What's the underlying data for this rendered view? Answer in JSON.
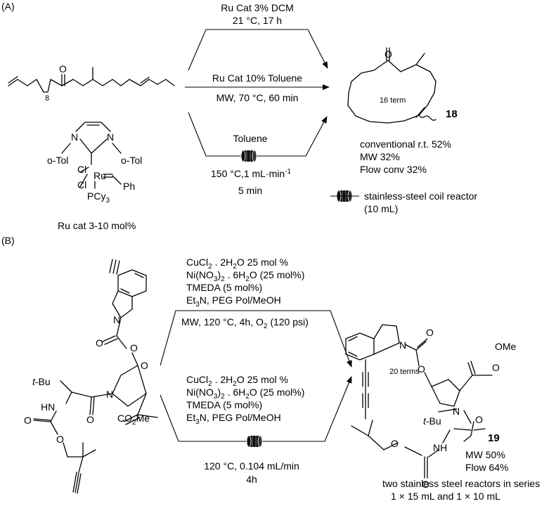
{
  "panel_a": {
    "label": "(A)",
    "top_arrow": {
      "line1": "Ru Cat 3% DCM",
      "line2": "21 °C, 17 h"
    },
    "middle_arrow": {
      "above": "Ru Cat 10% Toluene",
      "below": "MW, 70 °C, 60 min"
    },
    "bottom_arrow": {
      "solvent": "Toluene",
      "line1": "150 °C,1 mL·min",
      "line1_sup": "-1",
      "line2": "5 min"
    },
    "substrate": {
      "repeat_subscript": "8",
      "o_atom": "O"
    },
    "catalyst": {
      "labels": [
        "o-Tol",
        "N",
        "N",
        "o-Tol",
        "Cl",
        "Ru",
        "Cl",
        "Ph"
      ],
      "ligand_main": "PCy",
      "ligand_sub": "3",
      "name": "Ru cat 3-10 mol%"
    },
    "product": {
      "ring_label": "16 term",
      "compound_number": "18",
      "o_atom": "O"
    },
    "yields": [
      "conventional r.t. 52%",
      "MW 32%",
      "Flow conv 32%"
    ],
    "reactor_legend": {
      "line1": "stainless-steel coil reactor",
      "line2": "(10 mL)"
    }
  },
  "panel_b": {
    "label": "(B)",
    "top_conditions": {
      "cucl": "CuCl",
      "cucl_sub": "2",
      "cucl_rest": " . 2H",
      "cucl_h2o_sub": "2",
      "cucl_end": "O 25 mol %",
      "ni": "Ni(NO",
      "ni_sub": "3",
      "ni_mid": ")",
      "ni_sub2": "2",
      "ni_rest": " . 6H",
      "ni_h2o_sub": "2",
      "ni_end": "O (25 mol%)",
      "tmeda": "TMEDA (5 mol%)",
      "et": "Et",
      "et_sub": "3",
      "et_rest": "N, PEG Pol/MeOH",
      "below": "MW, 120 °C, 4h, O",
      "below_sub": "2",
      "below_end": " (120 psi)"
    },
    "bottom_conditions": {
      "cucl": "CuCl",
      "cucl_sub": "2",
      "cucl_rest": " . 2H",
      "cucl_h2o_sub": "2",
      "cucl_end": "O 25 mol %",
      "ni": "Ni(NO",
      "ni_sub": "3",
      "ni_mid": ")",
      "ni_sub2": "2",
      "ni_rest": " . 6H",
      "ni_h2o_sub": "2",
      "ni_end": "O (25 mol%)",
      "tmeda": "TMEDA (5 mol%)",
      "et": "Et",
      "et_sub": "3",
      "et_rest": "N, PEG Pol/MeOH",
      "below1": "120 °C, 0.104 mL/min",
      "below2": "4h"
    },
    "substrate_labels": {
      "t_bu": "t",
      "bu": "-Bu",
      "hn": "HN",
      "n1": "N",
      "n2": "N",
      "co2me_main": "CO",
      "co2me_sub": "2",
      "co2me_end": "Me",
      "o1": "O",
      "o2": "O",
      "o3": "O",
      "o4": "O",
      "o5": "O",
      "o6": "O"
    },
    "product": {
      "ring_label": "20 terms",
      "compound_number": "19",
      "labels": {
        "n1": "N",
        "o1": "O",
        "o2": "O",
        "ome": "OMe",
        "o3": "O",
        "n2": "N",
        "t_bu": "t",
        "bu": "-Bu",
        "o4": "O",
        "nh": "NH",
        "o5": "O",
        "o6": "O"
      }
    },
    "yields": [
      "MW 50%",
      "Flow 64%"
    ],
    "reactor_note": [
      "two stainless steel reactors in series",
      "1 × 15 mL and 1 × 10 mL"
    ]
  }
}
